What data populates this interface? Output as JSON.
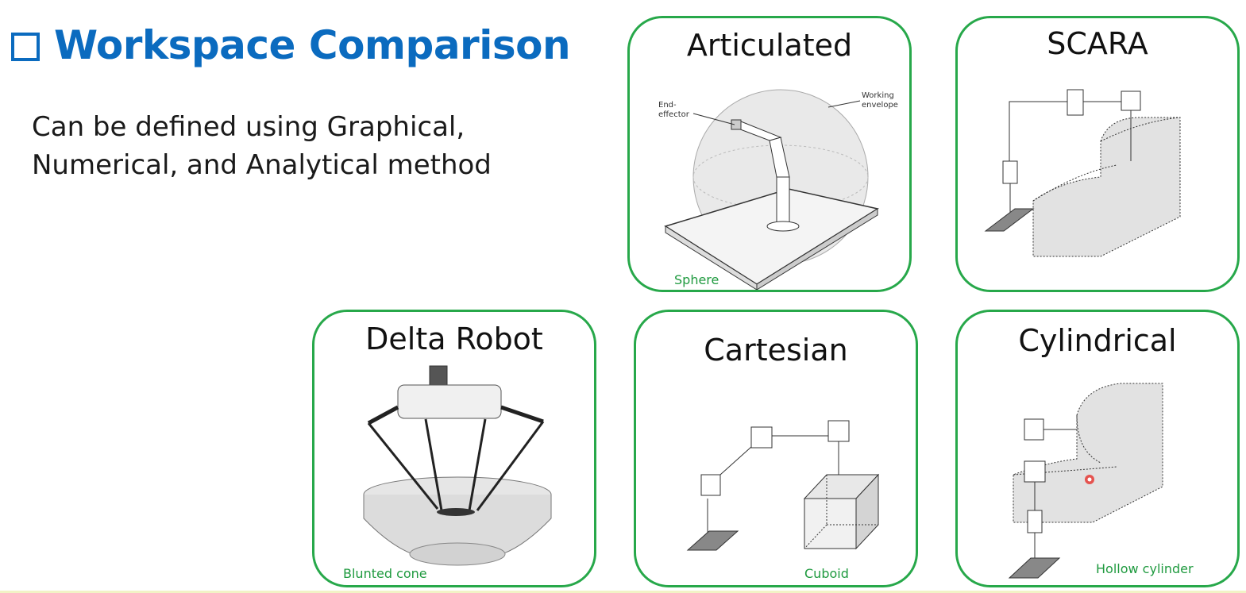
{
  "slide": {
    "title": "Workspace Comparison",
    "subtitle_line1": "Can be defined using Graphical,",
    "subtitle_line2": "Numerical, and Analytical method"
  },
  "cards": {
    "articulated": {
      "heading": "Articulated",
      "caption": "Sphere",
      "label_end": "End-",
      "label_effector": "effector",
      "label_working": "Working",
      "label_envelope": "envelope"
    },
    "scara": {
      "heading": "SCARA"
    },
    "delta": {
      "heading": "Delta Robot",
      "caption": "Blunted cone"
    },
    "cartesian": {
      "heading": "Cartesian",
      "caption": "Cuboid"
    },
    "cylindrical": {
      "heading": "Cylindrical",
      "caption": "Hollow cylinder"
    }
  },
  "colors": {
    "title": "#0b6bbf",
    "card_border": "#27a84a",
    "caption": "#1f9a3f",
    "pointer": "#e53935"
  }
}
